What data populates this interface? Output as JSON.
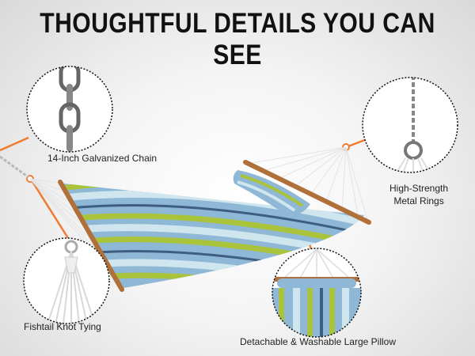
{
  "header": {
    "title": "THOUGHTFUL DETAILS YOU CAN SEE"
  },
  "callouts": {
    "chain": {
      "label": "14-Inch Galvanized Chain"
    },
    "rings": {
      "line1": "High-Strength",
      "line2": "Metal Rings"
    },
    "tying": {
      "label": "Fishtail Knot Tying"
    },
    "pillow": {
      "label": "Detachable & Washable Large Pillow"
    }
  },
  "colors": {
    "leader": "#f07a30",
    "stripe_blue": "#8fb8d6",
    "stripe_light": "#cfe6ee",
    "stripe_green": "#a9c43a",
    "stripe_navy": "#3e5f80",
    "wood": "#b0703a"
  },
  "icons": [
    "chain-link-icon",
    "metal-ring-icon",
    "fishtail-knot-icon",
    "pillow-icon",
    "hammock-illustration"
  ]
}
